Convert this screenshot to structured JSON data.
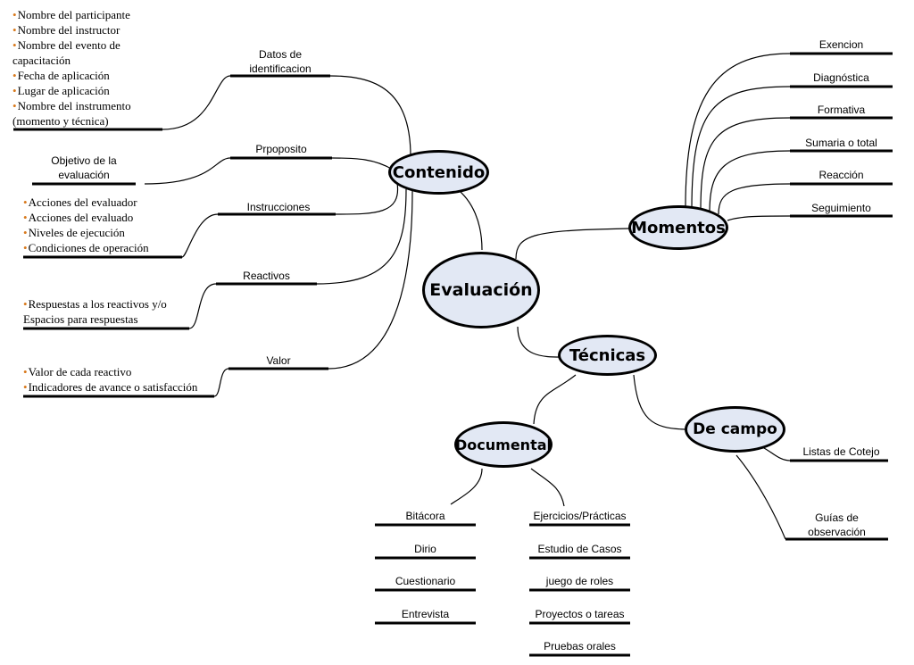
{
  "central": "Evaluación",
  "main_nodes": {
    "contenido": "Contenido",
    "momentos": "Momentos",
    "tecnicas": "Técnicas",
    "documental": "Documental",
    "de_campo": "De campo"
  },
  "contenido_branches": {
    "datos": {
      "label_lines": [
        "Datos de",
        "identificacion"
      ],
      "items": [
        "Nombre del participante",
        "Nombre del instructor",
        "Nombre del evento de capacitación",
        "Fecha de aplicación",
        "Lugar de aplicación",
        "Nombre del instrumento (momento y técnica)"
      ]
    },
    "proposito": {
      "label": "Prpoposito",
      "detail_lines": [
        "Objetivo de la",
        "evaluación"
      ]
    },
    "instrucciones": {
      "label": "Instrucciones",
      "items": [
        "Acciones del evaluador",
        "Acciones del evaluado",
        "Niveles de ejecución",
        "Condiciones de operación"
      ]
    },
    "reactivos": {
      "label": "Reactivos",
      "items": [
        "Respuestas a los reactivos y/o",
        "Espacios para respuestas"
      ]
    },
    "valor": {
      "label": "Valor",
      "items": [
        "Valor de cada reactivo",
        "Indicadores de avance o satisfacción"
      ]
    }
  },
  "momentos_items": [
    "Exencion",
    "Diagnóstica",
    "Formativa",
    "Sumaria o total",
    "Reacción",
    "Seguimiento"
  ],
  "documental_left": [
    "Bitácora",
    "Dirio",
    "Cuestionario",
    "Entrevista"
  ],
  "documental_right": [
    "Ejercicios/Prácticas",
    "Estudio de Casos",
    "juego de roles",
    "Proyectos o tareas",
    "Pruebas orales"
  ],
  "de_campo_items": {
    "listas": "Listas de Cotejo",
    "guias_lines": [
      "Guías de",
      "observación"
    ]
  },
  "colors": {
    "node_fill": "#e2e8f4",
    "bullet": "#d87a1e",
    "line": "#000000"
  }
}
